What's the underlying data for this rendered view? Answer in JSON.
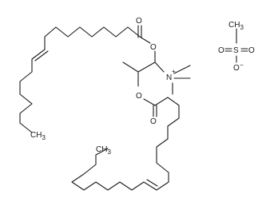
{
  "structure": {
    "atoms": {
      "o_carbonyl_top": "O",
      "o_ester_top": "O",
      "o_ester_bottom": "O",
      "o_carbonyl_bottom": "O",
      "n_ammonium": "N",
      "n_charge": "+",
      "ch3_top_tail": "CH",
      "ch3_top_tail_sub": "3",
      "ch3_bottom_tail": "CH",
      "ch3_bottom_tail_sub": "3",
      "mesylate_ch3": "CH",
      "mesylate_ch3_sub": "3",
      "mesylate_s": "S",
      "mesylate_o_left": "O",
      "mesylate_o_right": "O",
      "mesylate_o_bottom": "O",
      "mesylate_charge": "−"
    }
  }
}
